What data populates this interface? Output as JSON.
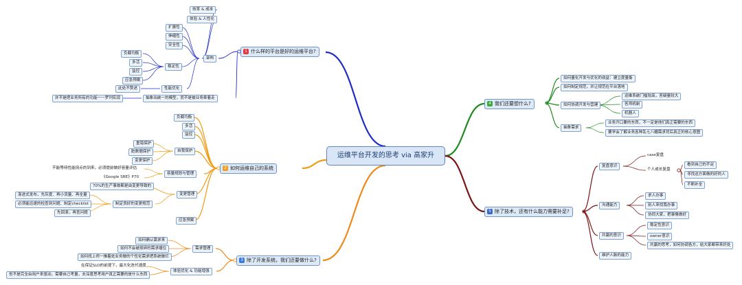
{
  "central": "运维平台开发的思考 via 高家升",
  "colors": {
    "b1": "#1f2bc9",
    "b2": "#ef9a12",
    "b3": "#ef8a1a",
    "b4": "#1f8a1f",
    "b5": "#7a1414",
    "badge1": "#e23b3b",
    "badge2": "#f0a020",
    "badge3": "#3a78d8",
    "badge4": "#3aaa3a",
    "badge5": "#3a66c8"
  },
  "b1": {
    "badge": "1",
    "title": "什么样的平台是好的运维平台?",
    "arch": "架构",
    "top": [
      "效率 & 成本",
      "体验 & 人性化"
    ],
    "ext": [
      "扩展性",
      "伸缩性",
      "安全性"
    ],
    "stab_label": "稳定性",
    "stab": [
      "负载均衡",
      "多活",
      "监控",
      "应急预案"
    ],
    "perf_label": "性能优化",
    "perf": "此处不赘述",
    "abstract": "抽象出统一的模型，而不是被业务牵着走",
    "abstract_note": "并不是把业务所有的功能一一罗列实现"
  },
  "b2": {
    "badge": "2",
    "title": "如何运维自己的系统",
    "top": [
      "负载均衡",
      "多活",
      "监控"
    ],
    "self_label": "自我保护",
    "self": [
      "重错保护",
      "脏数据保护",
      "变更保护"
    ],
    "cap_label": "容量规划与管理",
    "cap": [
      "不能等待性能拐点的到来，必须提前做好容量评估",
      "《Google SRE》P70"
    ],
    "chg_label": "变更管理",
    "chg_top": "70%的生产事故都是由变更导致的",
    "plan_label": "制定良好的变更规范",
    "plan": [
      "渐进式发布，先灰度、再小流量、再全量",
      "必须能迅速的检查到问题、制定checklist",
      "先回滚，再查问题"
    ],
    "emerg": "应急预案"
  },
  "b3": {
    "badge": "3",
    "title": "除了开发系统，我们还要做什么?",
    "req_label": "需求管理",
    "req": [
      "如何确认需求来",
      "如何不会被琐碎的需求缠住",
      "如何找上师一推着处业务做的个性化需求把系统做烂"
    ],
    "ux_label": "体验优化 & 功能增强",
    "ux": [
      "在保证SLO的前提下，最大化迭代速度",
      "但不是完全由用户来驱动，需要自己考量，去深度思考用户真正需要的是什么东西"
    ]
  },
  "b4": {
    "badge": "4",
    "title": "我们还要想什么?",
    "items": [
      "如何量化开发与优化的收益：建立度量衡",
      "如何制定规范，并让规范在平台落地"
    ],
    "coop_label": "如何协调开发与营建",
    "coop": [
      "运维系统门槛较高，答疑量较大",
      "答师机制",
      "机器人"
    ],
    "abs_label": "抽象需求",
    "abs": [
      "业务开口要的东西，不一定是他们真正需要的东西",
      "要学会了解业务各种乱七八糟需求背后真正的核心意图"
    ]
  },
  "b5": {
    "badge": "5",
    "title": "除了技术，还有什么能力需要补足?",
    "rev_label": "复盘意识",
    "case": "case复盘",
    "grow_label": "个人成长复盘",
    "grow": [
      "看到自己的不足",
      "寻找这方面做的好的人",
      "不断补全"
    ],
    "comm_label": "沟通能力",
    "comm": [
      "求人办事",
      "别人来找我办事",
      "协同大家，把事情做好"
    ],
    "own_label": "共赢的意识",
    "own": [
      "稳定性意识",
      "owner意识",
      "共赢的思考，如何协调各方，给大家都带来好处"
    ],
    "net": "维护人脉的能力"
  }
}
